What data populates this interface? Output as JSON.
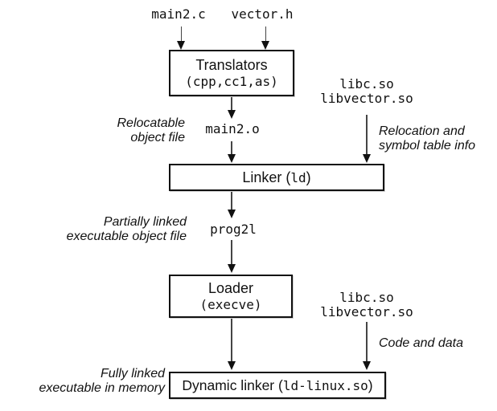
{
  "files": {
    "main2_c": "main2.c",
    "vector_h": "vector.h",
    "main2_o": "main2.o",
    "prog2l": "prog2l"
  },
  "boxes": {
    "translators": {
      "title": "Translators",
      "tools": "(cpp,cc1,as)"
    },
    "linker": {
      "prefix": "Linker (",
      "code": "ld",
      "suffix": ")"
    },
    "loader": {
      "title": "Loader",
      "code": "(execve)"
    },
    "dynamic_linker": {
      "prefix": "Dynamic linker (",
      "code": "ld-linux.so",
      "suffix": ")"
    }
  },
  "libraries": {
    "top": {
      "line1": "libc.so",
      "line2": "libvector.so"
    },
    "bottom": {
      "line1": "libc.so",
      "line2": "libvector.so"
    }
  },
  "annotations": {
    "relocatable": {
      "line1": "Relocatable",
      "line2": "object file"
    },
    "relocation_info": {
      "line1": "Relocation and",
      "line2": "symbol table info"
    },
    "partially_linked": {
      "line1": "Partially linked",
      "line2": "executable object file"
    },
    "code_and_data": "Code and data",
    "fully_linked": {
      "line1": "Fully linked",
      "line2": "executable in memory"
    }
  },
  "colors": {
    "background": "#ffffff",
    "text": "#111111",
    "box_border": "#111111",
    "arrow_shaft": "#454545",
    "arrow_head": "#111111"
  }
}
